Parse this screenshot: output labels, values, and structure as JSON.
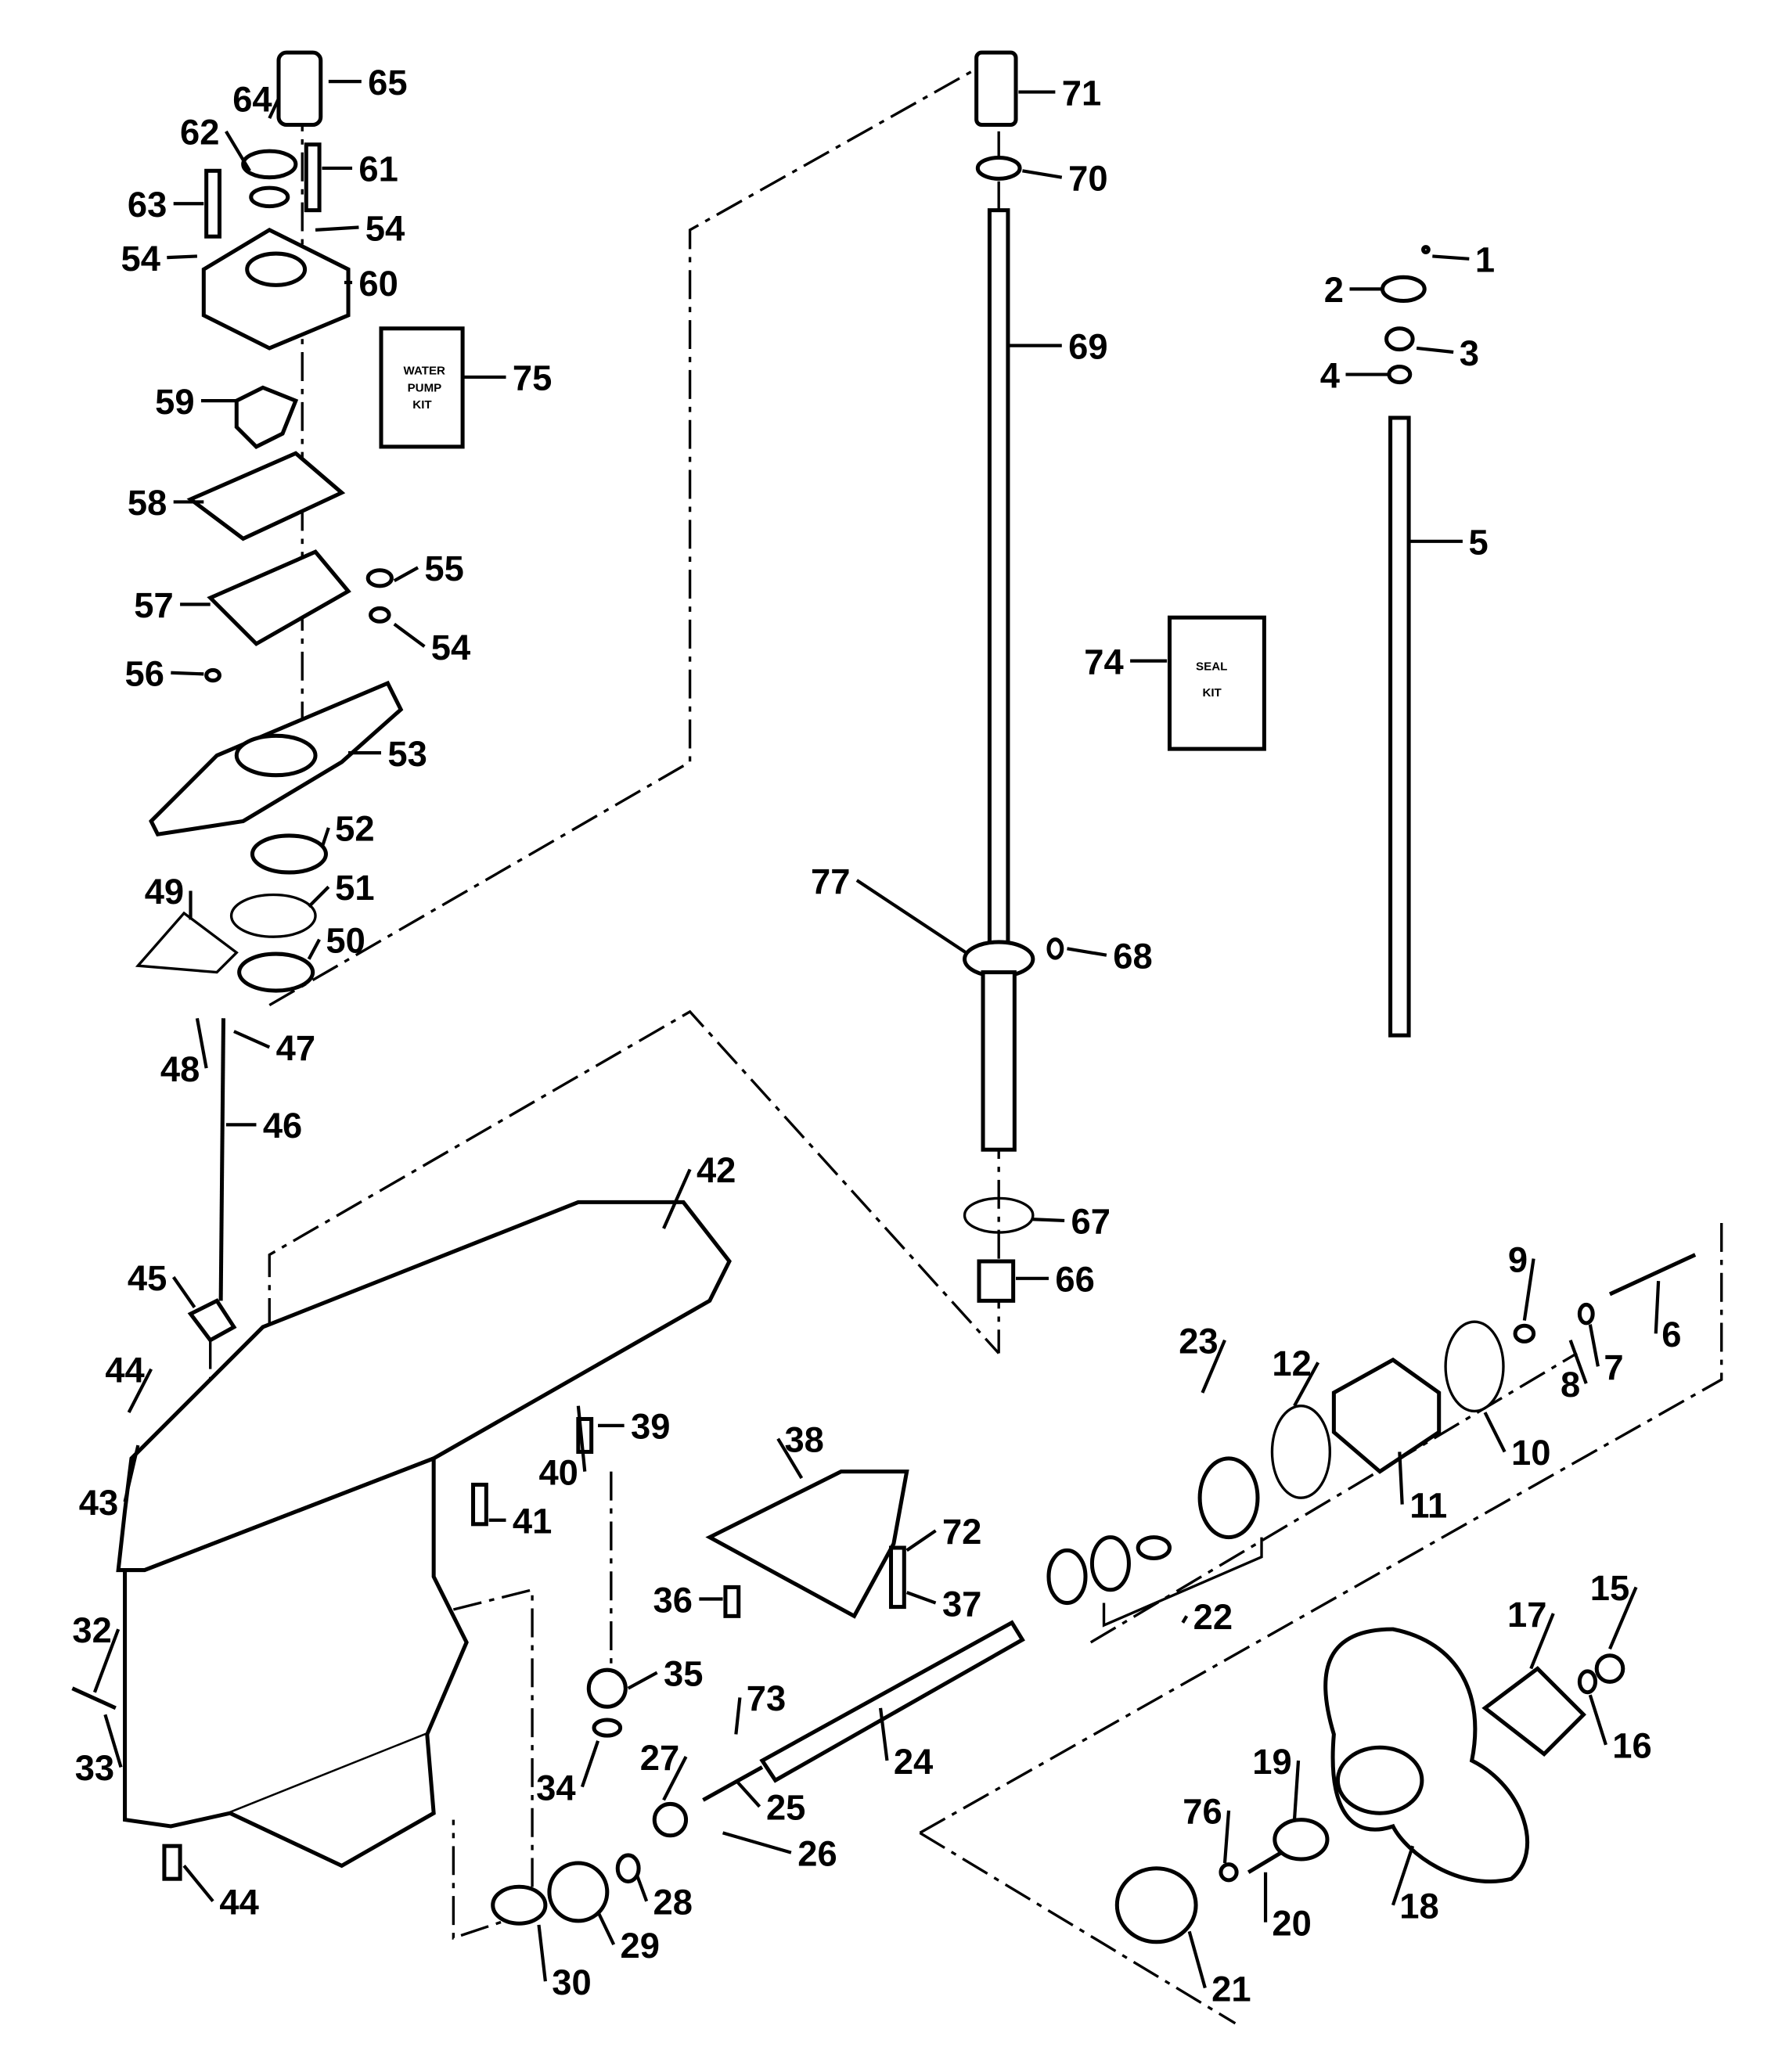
{
  "diagram": {
    "type": "exploded-parts-diagram",
    "line_color": "#000000",
    "background": "#ffffff",
    "kits": {
      "water_pump": [
        "WATER",
        "PUMP",
        "KIT"
      ],
      "seal": [
        "SEAL",
        "KIT"
      ]
    },
    "part_labels": [
      "65",
      "64",
      "62",
      "61",
      "63",
      "54",
      "54",
      "60",
      "75",
      "59",
      "58",
      "55",
      "57",
      "54",
      "56",
      "53",
      "52",
      "49",
      "51",
      "50",
      "48",
      "47",
      "46",
      "42",
      "45",
      "44",
      "43",
      "40",
      "39",
      "41",
      "38",
      "72",
      "37",
      "36",
      "35",
      "34",
      "73",
      "27",
      "25",
      "24",
      "26",
      "28",
      "29",
      "30",
      "44",
      "32",
      "33",
      "71",
      "70",
      "69",
      "77",
      "68",
      "67",
      "66",
      "74",
      "1",
      "2",
      "3",
      "4",
      "5",
      "9",
      "6",
      "7",
      "8",
      "10",
      "11",
      "12",
      "23",
      "22",
      "17",
      "15",
      "16",
      "19",
      "76",
      "20",
      "18",
      "21"
    ]
  }
}
